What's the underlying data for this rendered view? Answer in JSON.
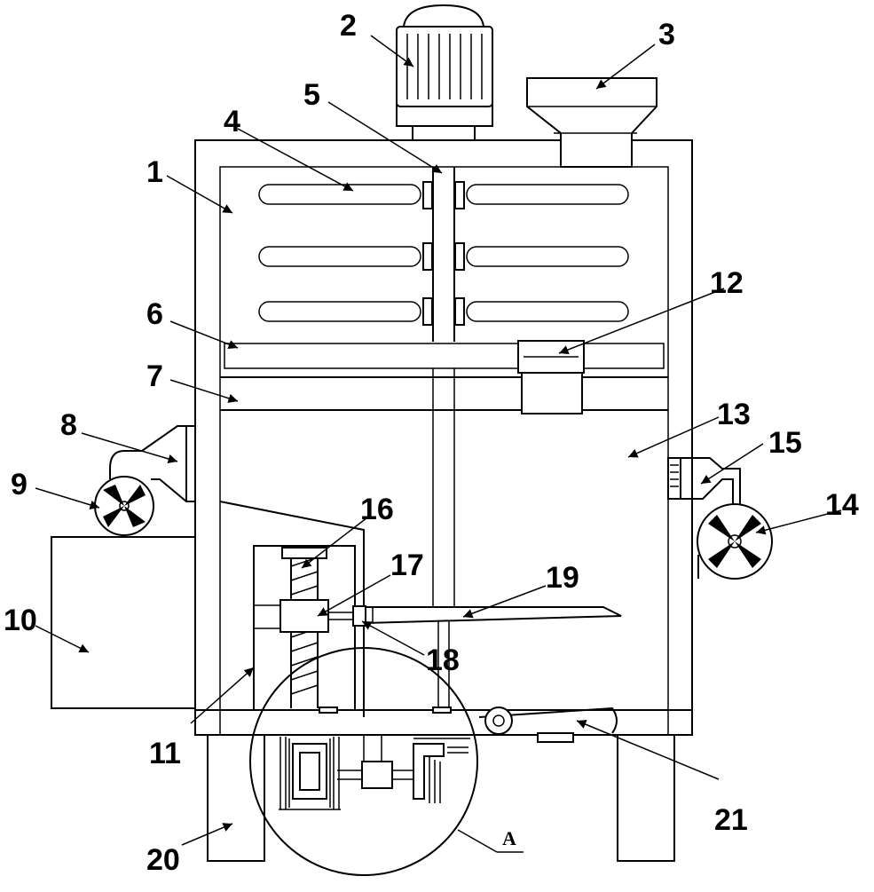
{
  "labels": [
    {
      "id": "1",
      "text": "1"
    },
    {
      "id": "2",
      "text": "2"
    },
    {
      "id": "3",
      "text": "3"
    },
    {
      "id": "4",
      "text": "4"
    },
    {
      "id": "5",
      "text": "5"
    },
    {
      "id": "6",
      "text": "6"
    },
    {
      "id": "7",
      "text": "7"
    },
    {
      "id": "8",
      "text": "8"
    },
    {
      "id": "9",
      "text": "9"
    },
    {
      "id": "10",
      "text": "10"
    },
    {
      "id": "11",
      "text": "11"
    },
    {
      "id": "12",
      "text": "12"
    },
    {
      "id": "13",
      "text": "13"
    },
    {
      "id": "14",
      "text": "14"
    },
    {
      "id": "15",
      "text": "15"
    },
    {
      "id": "16",
      "text": "16"
    },
    {
      "id": "17",
      "text": "17"
    },
    {
      "id": "18",
      "text": "18"
    },
    {
      "id": "19",
      "text": "19"
    },
    {
      "id": "20",
      "text": "20"
    },
    {
      "id": "21",
      "text": "21"
    }
  ],
  "detail_label": "A"
}
